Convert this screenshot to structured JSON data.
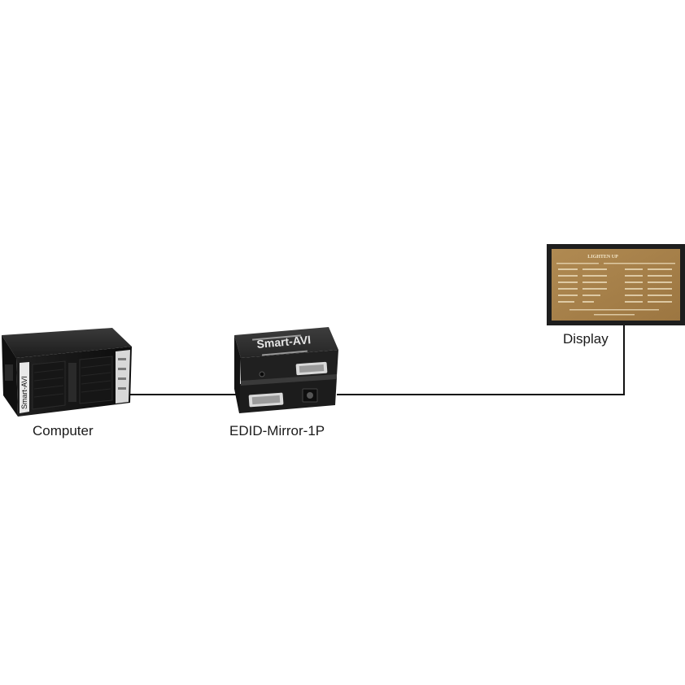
{
  "diagram": {
    "nodes": {
      "computer": {
        "label": "Computer",
        "brand": "Smart-AVI",
        "color": "#1c1c1c"
      },
      "edid_mirror": {
        "label": "EDID-Mirror-1P",
        "brand": "Smart-AVI",
        "color": "#2a2a2a"
      },
      "display": {
        "label": "Display",
        "screen_title": "LIGHTEN UP",
        "bezel_color": "#1e1e1e",
        "screen_color": "#a8814a"
      }
    },
    "edges": [
      {
        "from": "computer",
        "to": "edid_mirror"
      },
      {
        "from": "edid_mirror",
        "to": "display"
      }
    ],
    "line_color": "#111111"
  }
}
